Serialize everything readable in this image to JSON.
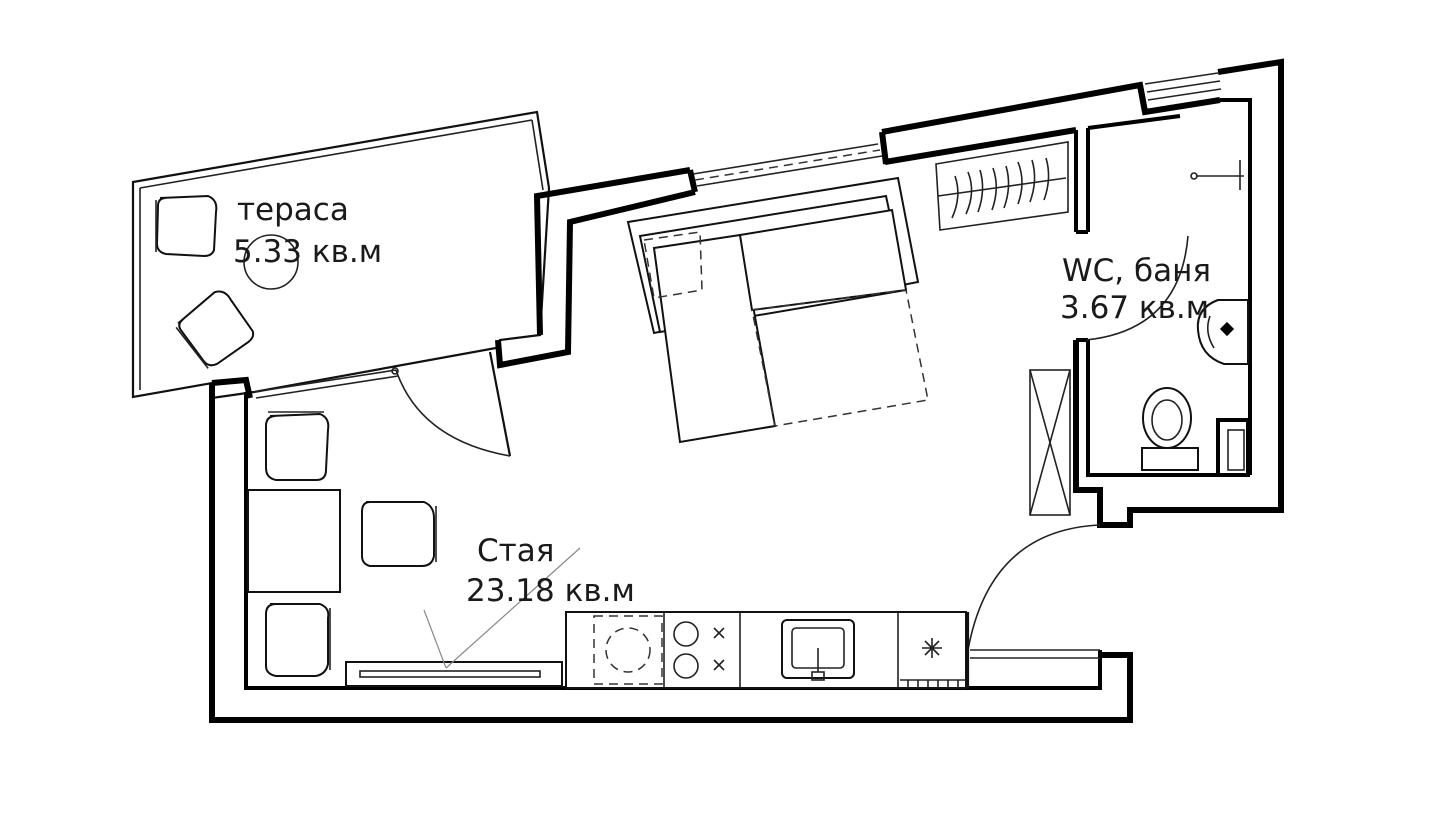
{
  "rooms": {
    "terrace": {
      "name": "тераса",
      "area": "5.33 кв.м"
    },
    "room": {
      "name": "Стая",
      "area": "23.18 кв.м"
    },
    "bathroom": {
      "name": "WC, баня",
      "area": "3.67 кв.м"
    }
  },
  "colors": {
    "walls": "#000000",
    "background": "#ffffff"
  }
}
